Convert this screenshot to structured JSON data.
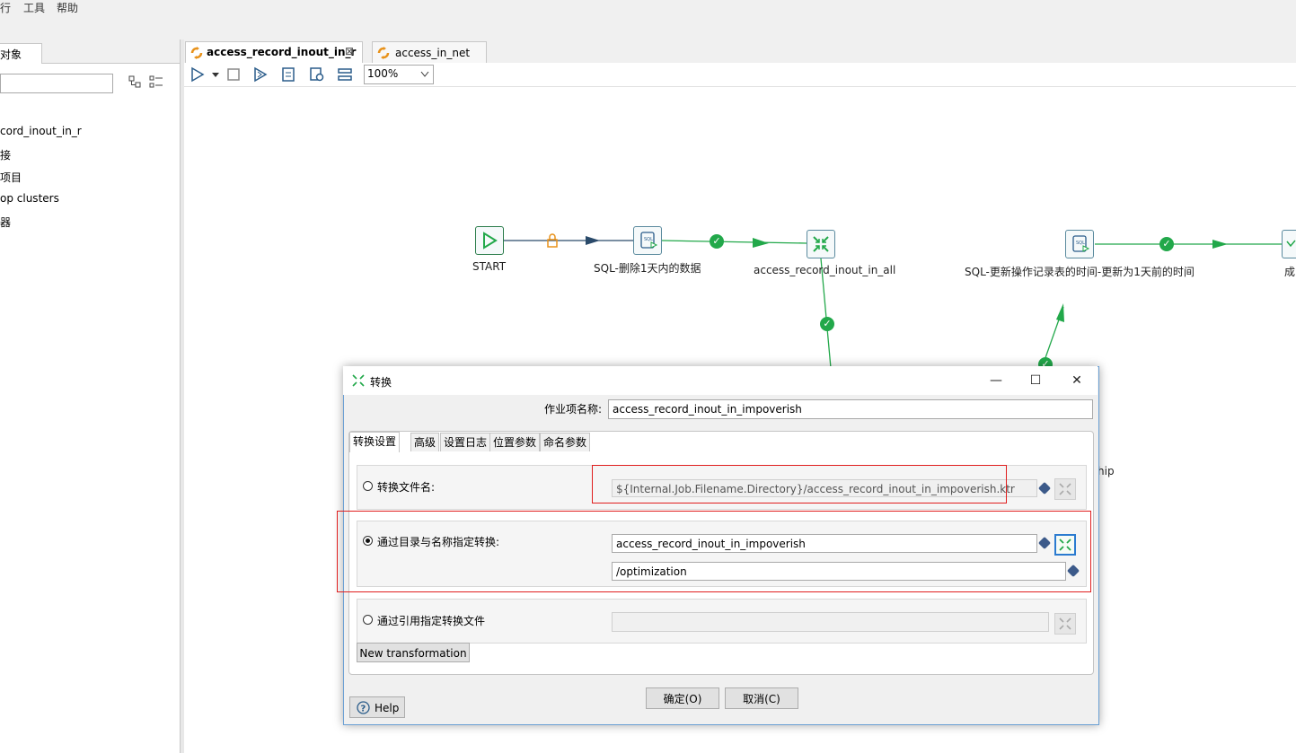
{
  "menubar": {
    "items": [
      "行",
      "工具",
      "帮助"
    ]
  },
  "left_panel": {
    "tab_label": "对象",
    "tree": [
      "cord_inout_in_r",
      "接",
      "项目",
      "op clusters",
      "器"
    ]
  },
  "editor": {
    "tabs": [
      {
        "label": "access_record_inout_in_r",
        "close": "⊠"
      },
      {
        "label": "access_in_net"
      }
    ],
    "zoom": "100%"
  },
  "canvas": {
    "nodes": {
      "start": "START",
      "sql_delete": "SQL-删除1天内的数据",
      "trans_all": "access_record_inout_in_all",
      "sql_update": "SQL-更新操作记录表的时间-更新为1天前的时间",
      "success": "成",
      "partial": "hip"
    }
  },
  "dialog": {
    "title": "转换",
    "job_name_label": "作业项名称:",
    "job_name_value": "access_record_inout_in_impoverish",
    "tabs": [
      "转换设置",
      "高级",
      "设置日志",
      "位置参数",
      "命名参数"
    ],
    "option_file_label": "转换文件名:",
    "option_file_value": "${Internal.Job.Filename.Directory}/access_record_inout_in_impoverish.ktr",
    "option_repo_label": "通过目录与名称指定转换:",
    "option_repo_name": "access_record_inout_in_impoverish",
    "option_repo_dir": "/optimization",
    "option_ref_label": "通过引用指定转换文件",
    "option_ref_value": "",
    "new_transformation": "New transformation",
    "ok": "确定(O)",
    "cancel": "取消(C)",
    "help": "Help"
  },
  "colors": {
    "hop_ok": "#22a84a",
    "highlight": "#e01e1e",
    "accent": "#2b7bd0"
  }
}
